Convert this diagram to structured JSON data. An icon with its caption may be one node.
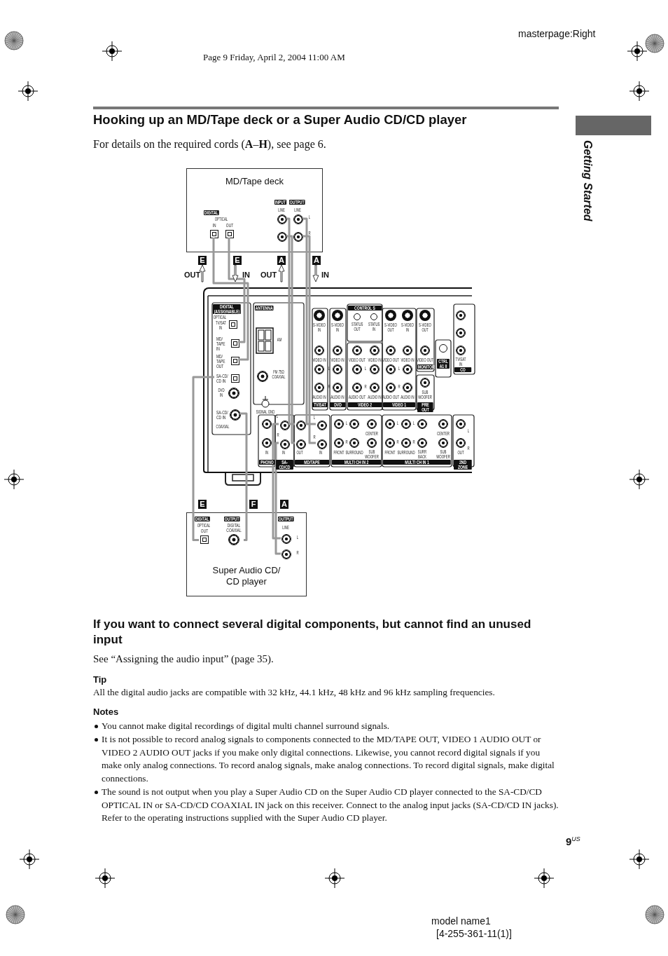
{
  "diagram": {
    "title": "Hooking up an MD/Tape deck or a Super Audio CD/CD player",
    "nodes": [
      {
        "text": [
          "MD/Tape deck"
        ]
      },
      {
        "text": [
          "IN"
        ],
        "in": 0
      },
      {
        "text": [
          "OUT"
        ],
        "in": 0
      },
      {
        "text": [],
        "shape": "circle",
        "in": 0
      },
      {
        "text": [],
        "shape": "circle",
        "in": 0
      },
      {
        "text": [],
        "shape": "circle",
        "in": 0
      },
      {
        "text": [],
        "shape": "circle",
        "in": 0
      },
      {
        "text": [],
        "shape": "box"
      },
      {
        "text": [
          "MD/ TAPE IN"
        ],
        "in": 7
      },
      {
        "text": [
          "MD/ TAPE OUT"
        ],
        "in": 7
      },
      {
        "text": [
          "SA-CD/ CD IN"
        ],
        "in": 7
      },
      {
        "text": [
          "SA-CD/ CD IN"
        ],
        "in": 7
      },
      {
        "text": [],
        "shape": "circle",
        "in": 7
      },
      {
        "text": [],
        "shape": "circle",
        "in": 7
      },
      {
        "text": [],
        "shape": "circle",
        "in": 7
      },
      {
        "text": [],
        "shape": "circle",
        "in": 7
      },
      {
        "text": [],
        "shape": "circle",
        "in": 7
      },
      {
        "text": [],
        "shape": "circle",
        "in": 7
      },
      {
        "text": [
          "Super Audio CD/ CD player"
        ]
      },
      {
        "text": [
          "OUT"
        ],
        "in": 18
      },
      {
        "text": [
          "DIGITAL COAXIAL"
        ],
        "in": 18
      },
      {
        "text": [],
        "shape": "circle",
        "in": 18
      },
      {
        "text": [],
        "shape": "circle",
        "in": 18
      }
    ],
    "edges": [
      {
        "from": 1,
        "to": 9,
        "arrow": "none",
        "label": "E"
      },
      {
        "from": 2,
        "to": 8,
        "arrow": "none",
        "label": "E"
      },
      {
        "from": 3,
        "to": 14,
        "arrow": "none",
        "label": "A"
      },
      {
        "from": 4,
        "to": 15,
        "arrow": "none"
      },
      {
        "from": 5,
        "to": 16,
        "arrow": "none",
        "label": "A"
      },
      {
        "from": 6,
        "to": 17,
        "arrow": "none"
      },
      {
        "from": 19,
        "to": 10,
        "arrow": "none",
        "label": "E"
      },
      {
        "from": 20,
        "to": 11,
        "arrow": "none",
        "label": "F"
      },
      {
        "from": 21,
        "to": 12,
        "arrow": "none",
        "label": "A"
      },
      {
        "from": 22,
        "to": 13,
        "arrow": "none"
      }
    ],
    "labels": [
      "masterpage:Right",
      "Page 9  Friday, April 2, 2004  11:00 AM",
      "For details on the required cords (**A**–**H**), see page 6.",
      "If you want to connect several digital components, but cannot find an unused input",
      "See “Assigning the audio input” (page 35).",
      "Tip",
      "All the digital audio jacks are compatible with 32 kHz, 44.1 kHz, 48 kHz and 96 kHz sampling frequencies.",
      "Notes",
      "You cannot make digital recordings of digital multi channel surround signals.",
      "It is not possible to record analog signals to components connected to the MD/TAPE OUT, VIDEO 1 AUDIO OUT or VIDEO 2 AUDIO OUT jacks if you make only digital connections. Likewise, you cannot record digital signals if you make only analog connections. To record analog signals, make analog connections. To record digital signals, make digital connections.",
      "The sound is not output when you play a Super Audio CD on the Super Audio CD player connected to the SA-CD/CD OPTICAL IN or SA-CD/CD COAXIAL IN jack on this receiver. Connect to the analog input jacks (SA-CD/CD IN jacks). Refer to the operating instructions supplied with the Super Audio CD player.",
      "Getting Started",
      "9$^{US}$",
      "model name1",
      "[4-255-361-11(1)]",
      "DIGITAL",
      "OPTICAL",
      "INPUT",
      "OUTPUT",
      "LINE",
      "LINE",
      "L",
      "R",
      "OUT",
      "IN",
      "OUT",
      "IN",
      "DIGITAL (ASSIGNABLE)",
      "OPTICAL",
      "TV/SAT IN",
      "DVD IN",
      "COAXIAL",
      "ANTENNA",
      "AM",
      "FM 75Ω COAXIAL",
      "SIGNAL GND",
      "L",
      "R",
      "IN",
      "PHONO",
      "IN",
      "SA-CD/CD",
      "L",
      "R",
      "OUT",
      "IN",
      "MD/TAPE",
      "S-VIDEO IN",
      "VIDEO IN",
      "L",
      "R",
      "AUDIO IN",
      "TV/SAT",
      "S-VIDEO IN",
      "VIDEO IN",
      "AUDIO IN",
      "DVD",
      "CONTROL S",
      "STATUS OUT",
      "STATUS IN",
      "VIDEO OUT",
      "VIDEO IN",
      "L",
      "R",
      "AUDIO OUT",
      "AUDIO IN",
      "VIDEO 2",
      "S-VIDEO OUT",
      "S-VIDEO IN",
      "VIDEO OUT",
      "VIDEO IN",
      "L",
      "R",
      "AUDIO OUT",
      "AUDIO IN",
      "VIDEO 1",
      "S-VIDEO OUT",
      "VIDEO OUT",
      "MONITOR",
      "SUB WOOFER",
      "PRE OUT",
      "CTRL A1 II",
      "TV/SAT IN",
      "CO",
      "L",
      "R",
      "FRONT",
      "SURROUND",
      "CENTER",
      "SUB WOOFER",
      "MULTI CH IN 2",
      "L",
      "L",
      "R",
      "R",
      "FRONT",
      "SURROUND",
      "SURR BACK",
      "CENTER",
      "SUB WOOFER",
      "MULTI CH IN 1",
      "L",
      "R",
      "OUT",
      "2ND ZONE",
      "DIGITAL",
      "OPTICAL",
      "OUTPUT",
      "OUTPUT",
      "LINE",
      "L",
      "R"
    ]
  }
}
